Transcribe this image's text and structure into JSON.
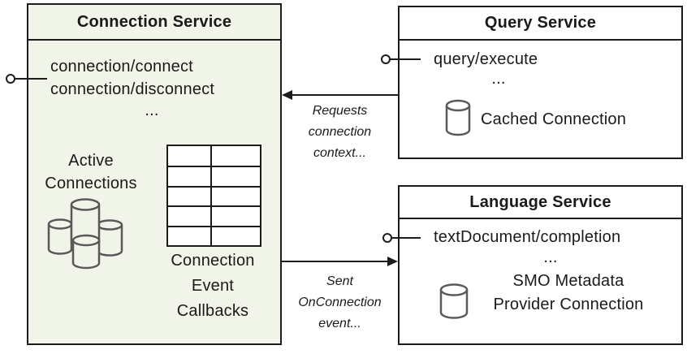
{
  "diagram": {
    "colors": {
      "connection_box_fill": "#f1f4e9",
      "service_box_fill": "#ffffff",
      "border": "#1c1c1c",
      "text": "#1a1a1a",
      "cylinder_stroke": "#595959"
    },
    "connection_service": {
      "title": "Connection Service",
      "methods": [
        "connection/connect",
        "connection/disconnect"
      ],
      "ellipsis": "...",
      "active_connections_label": "Active\nConnections",
      "callbacks_label": "Connection\nEvent\nCallbacks"
    },
    "query_service": {
      "title": "Query Service",
      "method": "query/execute",
      "ellipsis": "...",
      "cache_label": "Cached Connection"
    },
    "language_service": {
      "title": "Language Service",
      "method": "textDocument/completion",
      "ellipsis": "...",
      "cache_label": "SMO Metadata\nProvider Connection"
    },
    "arrows": {
      "requests_label": "Requests\nconnection\ncontext...",
      "sent_label": "Sent\nOnConnection\nevent..."
    },
    "icons": {
      "connection_interface": "provided-interface-lollipop-icon",
      "query_interface": "provided-interface-lollipop-icon",
      "language_interface": "provided-interface-lollipop-icon",
      "active_connections": "database-cluster-icon",
      "cached_connection": "database-cylinder-icon",
      "smo_connection": "database-cylinder-icon",
      "callbacks": "table-grid-icon",
      "requests_arrow": "arrow-left-icon",
      "sent_arrow": "arrow-right-icon"
    }
  }
}
